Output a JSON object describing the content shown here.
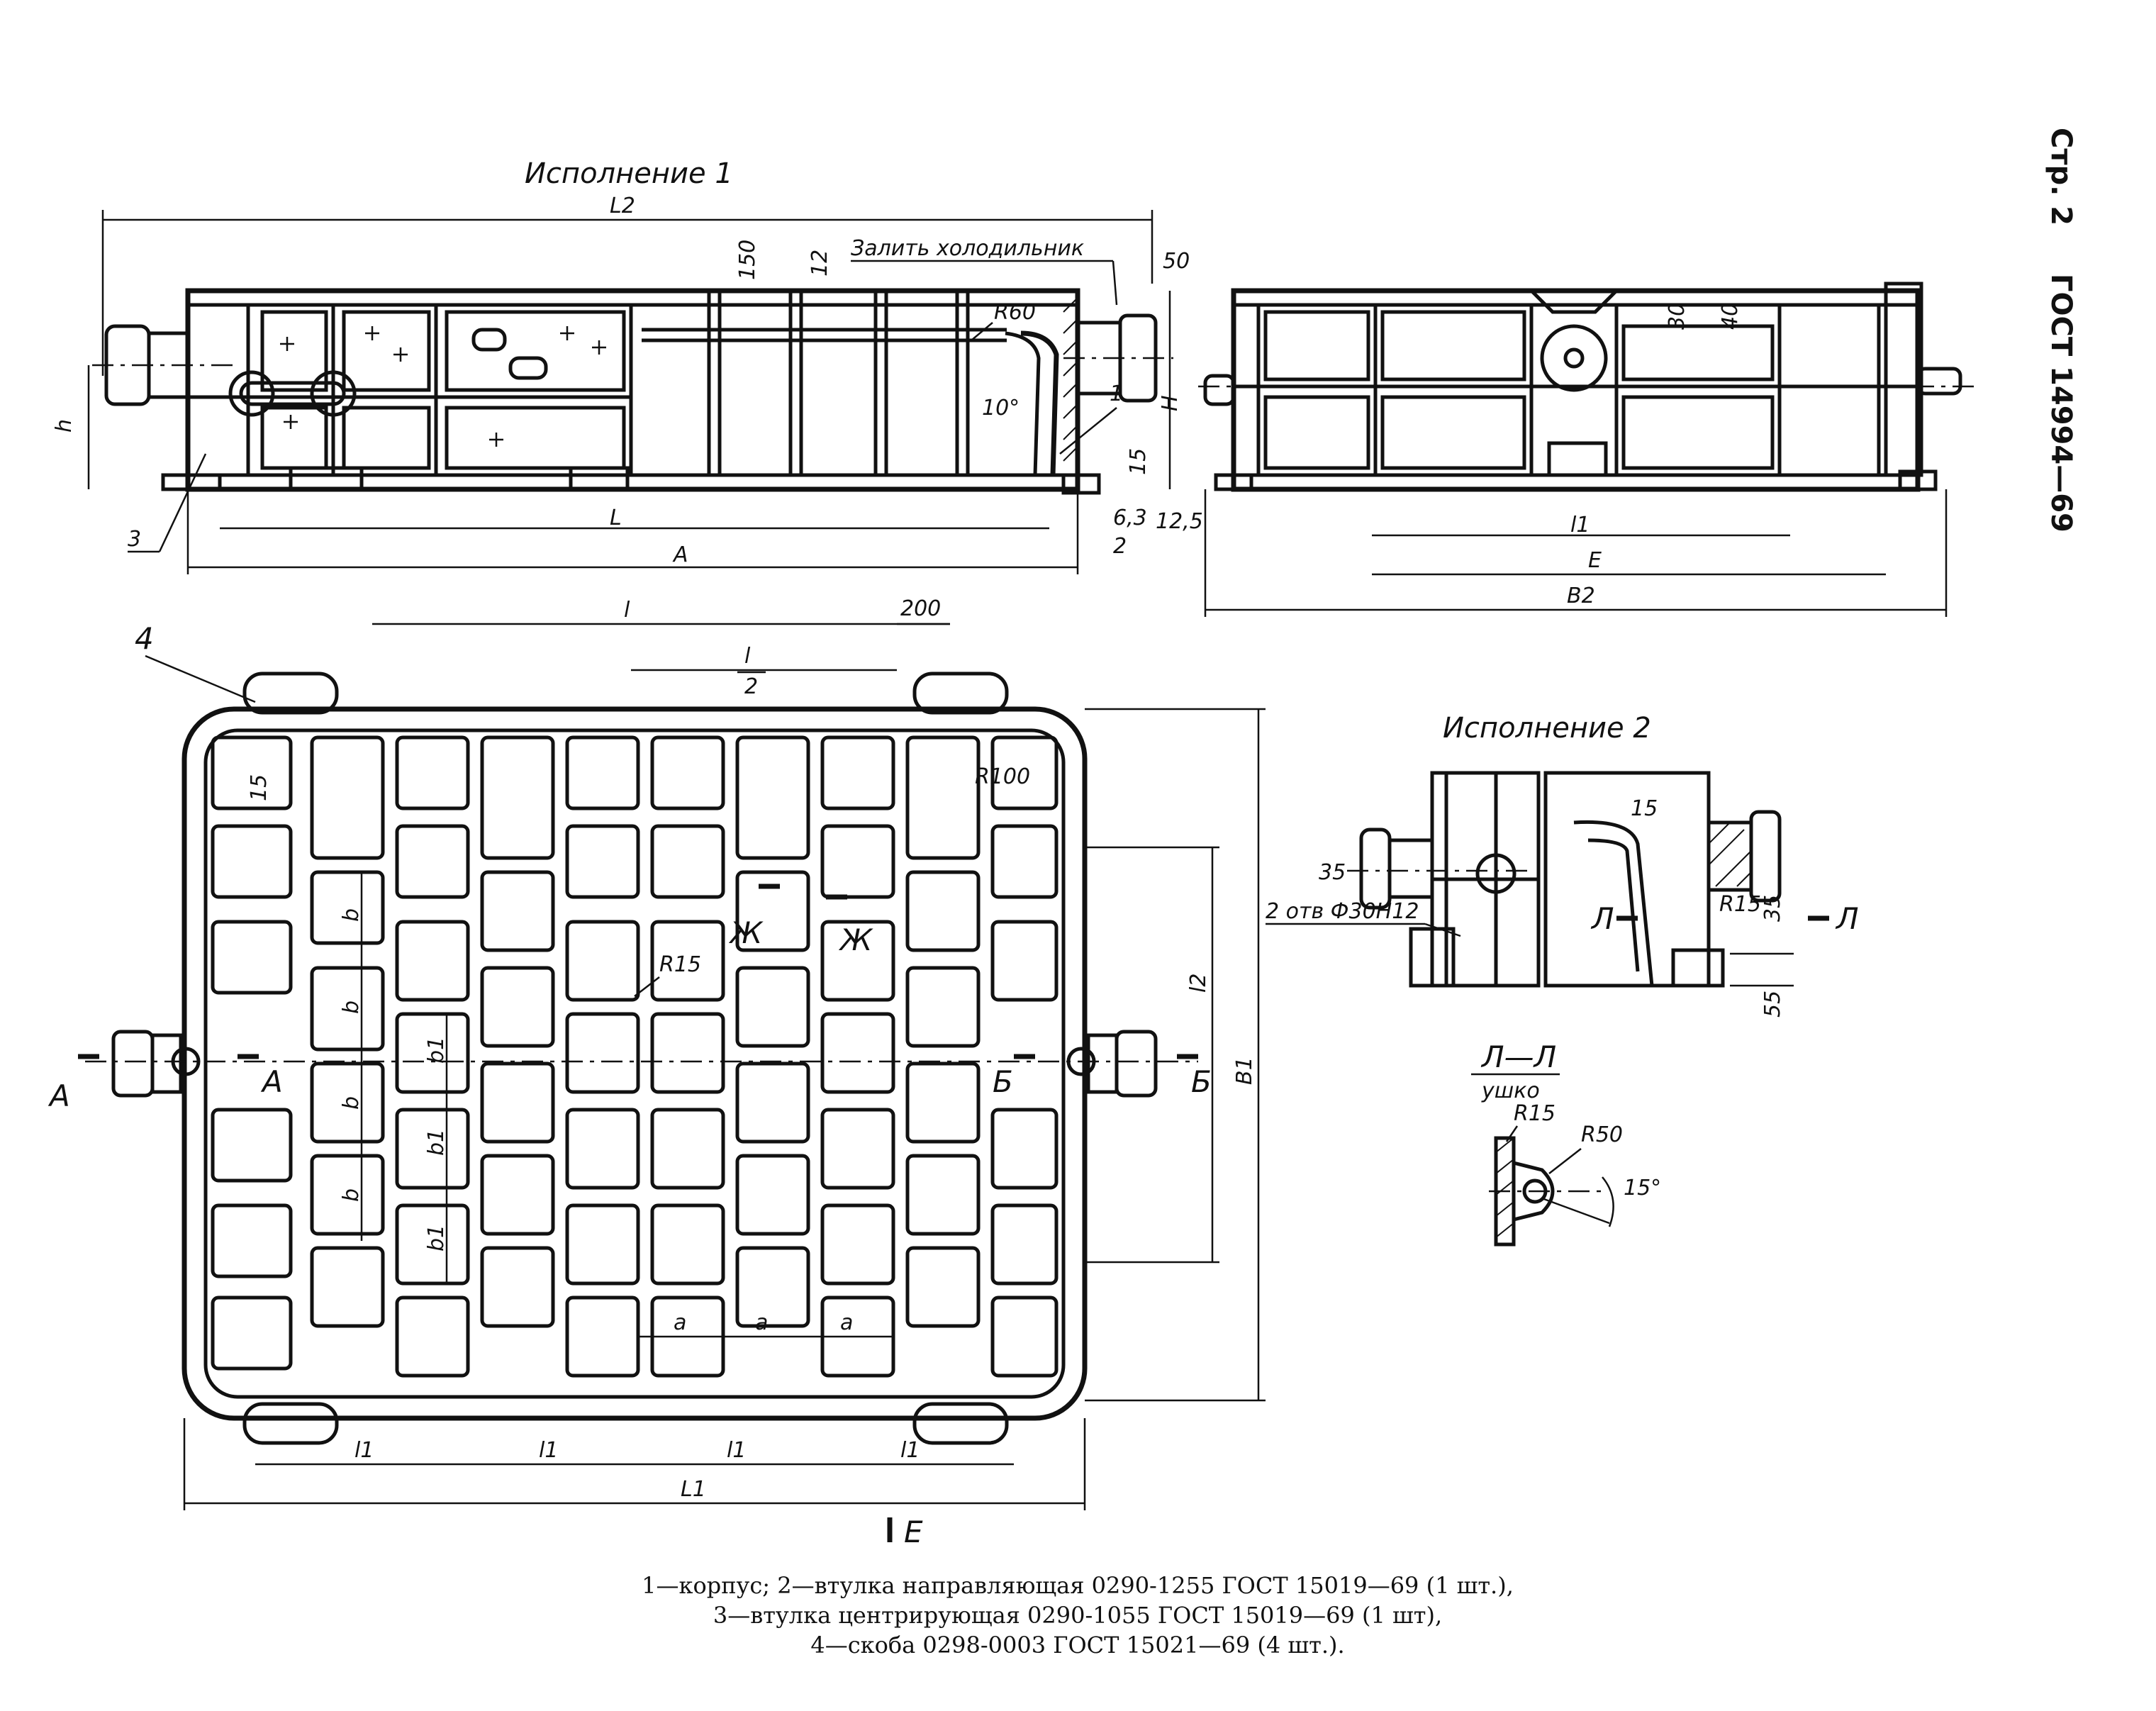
{
  "header": {
    "page_label": "Стр. 2",
    "standard": "ГОСТ 14994—69"
  },
  "views": {
    "variant1_title": "Исполнение 1",
    "variant2_title": "Исполнение 2",
    "section_title": "Л—Л",
    "section_subtitle": "ушко"
  },
  "callouts": {
    "pour_note": "Залить холодильник",
    "holes": "2 отв Ф30Н12",
    "item1": "1",
    "item2": "2",
    "item3": "3",
    "item4": "4"
  },
  "dimensions": {
    "L2": "L2",
    "L": "L",
    "A": "A",
    "h": "h",
    "H": "H",
    "d150": "150",
    "d12": "12",
    "d50": "50",
    "R60": "R60",
    "angle10": "10°",
    "d15": "15",
    "d6_3": "6,3",
    "d12_5": "12,5",
    "d30": "30",
    "d40": "40",
    "l_1": "l1",
    "E": "E",
    "B2": "B2",
    "l_top": "l",
    "l_half_num": "l",
    "l_half_den": "2",
    "d200": "200",
    "R100": "R100",
    "d15b": "15",
    "R15": "R15",
    "b": "b",
    "b1": "b1",
    "l2": "l2",
    "B1": "B1",
    "a": "a",
    "l1": "l1",
    "L1": "L1",
    "d35": "35",
    "d15c": "15",
    "R15b": "R15",
    "d35b": "35",
    "d55": "55",
    "R15c": "R15",
    "R50": "R50",
    "angle15": "15°"
  },
  "section_marks": {
    "A": "А",
    "B": "Б",
    "Zh": "Ж",
    "L": "Л",
    "E": "Е"
  },
  "legend": {
    "line1": "1—корпус; 2—втулка направляющая 0290-1255 ГОСТ 15019—69 (1 шт.),",
    "line2": "3—втулка центрирующая 0290-1055 ГОСТ 15019—69 (1 шт),",
    "line3": "4—скоба 0298-0003 ГОСТ 15021—69 (4 шт.)."
  }
}
